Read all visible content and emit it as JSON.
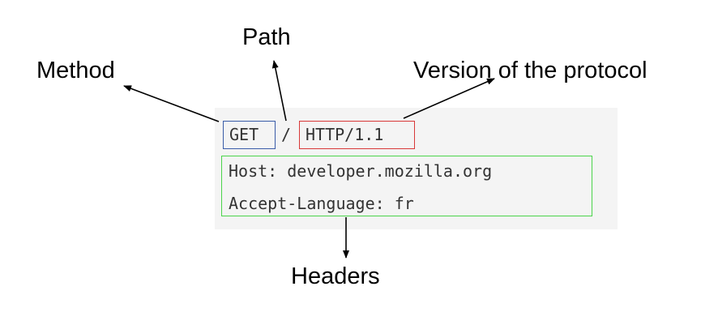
{
  "labels": {
    "path": "Path",
    "method": "Method",
    "version": "Version of the protocol",
    "headers": "Headers"
  },
  "request": {
    "method": "GET",
    "path": "/",
    "version": "HTTP/1.1",
    "headers": [
      "Host: developer.mozilla.org",
      "Accept-Language: fr"
    ]
  },
  "colors": {
    "method_box": "#3a5ca8",
    "version_box": "#d83838",
    "headers_box": "#4cd44c",
    "panel_background": "#f4f4f4",
    "code_text": "#333333"
  }
}
